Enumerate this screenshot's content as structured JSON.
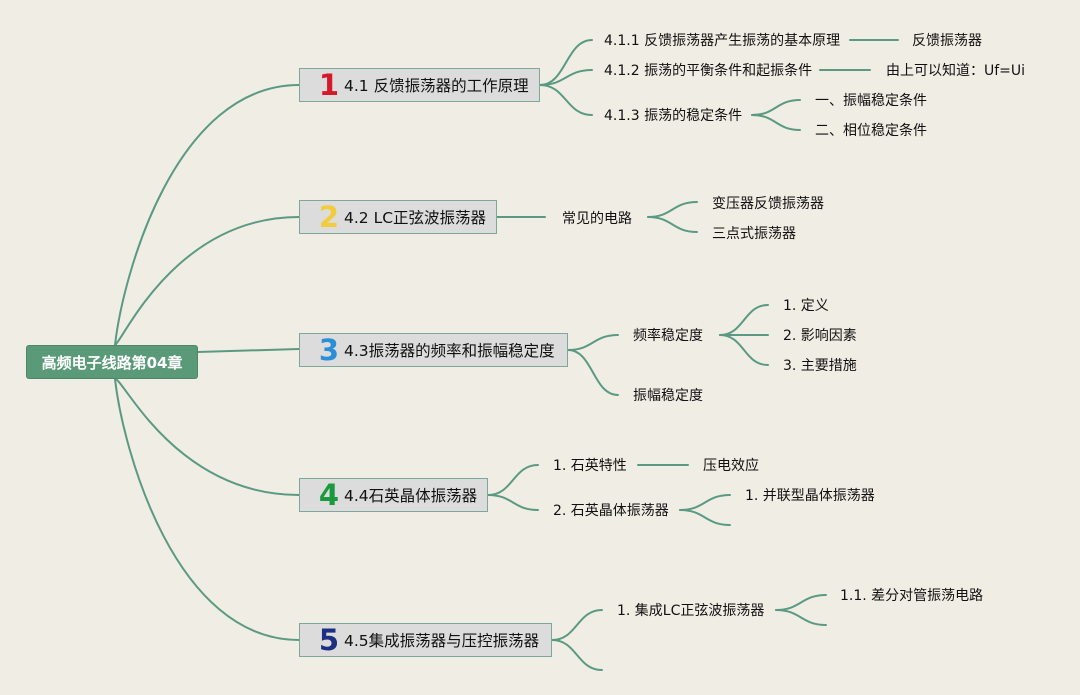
{
  "root": {
    "label": "高频电子线路第04章"
  },
  "colors": {
    "line": "#5b9a82",
    "root_bg": "#5a9a78",
    "topic_bg": "#dcdcdc",
    "num1": "#d4192a",
    "num2": "#f2cc3c",
    "num3": "#2a8fd6",
    "num4": "#1a9a3e",
    "num5": "#1c2f82"
  },
  "topics": [
    {
      "num": "1",
      "label": "4.1 反馈振荡器的工作原理"
    },
    {
      "num": "2",
      "label": "4.2 LC正弦波振荡器"
    },
    {
      "num": "3",
      "label": "4.3振荡器的频率和振幅稳定度"
    },
    {
      "num": "4",
      "label": "4.4石英晶体振荡器"
    },
    {
      "num": "5",
      "label": "4.5集成振荡器与压控振荡器"
    }
  ],
  "nodes": {
    "t1a": "4.1.1 反馈振荡器产生振荡的基本原理",
    "t1a1": "反馈振荡器",
    "t1b": "4.1.2 振荡的平衡条件和起振条件",
    "t1b1": "由上可以知道：Uf=Ui",
    "t1c": "4.1.3 振荡的稳定条件",
    "t1c1": "一、振幅稳定条件",
    "t1c2": "二、相位稳定条件",
    "t2a": "常见的电路",
    "t2a1": "变压器反馈振荡器",
    "t2a2": "三点式振荡器",
    "t3a": "频率稳定度",
    "t3a1": "1. 定义",
    "t3a2": "2. 影响因素",
    "t3a3": "3. 主要措施",
    "t3b": "振幅稳定度",
    "t4a": "1. 石英特性",
    "t4a1": "压电效应",
    "t4b": "2. 石英晶体振荡器",
    "t4b1": "1. 并联型晶体振荡器",
    "t5a": "1. 集成LC正弦波振荡器",
    "t5a1": "1.1. 差分对管振荡电路"
  }
}
